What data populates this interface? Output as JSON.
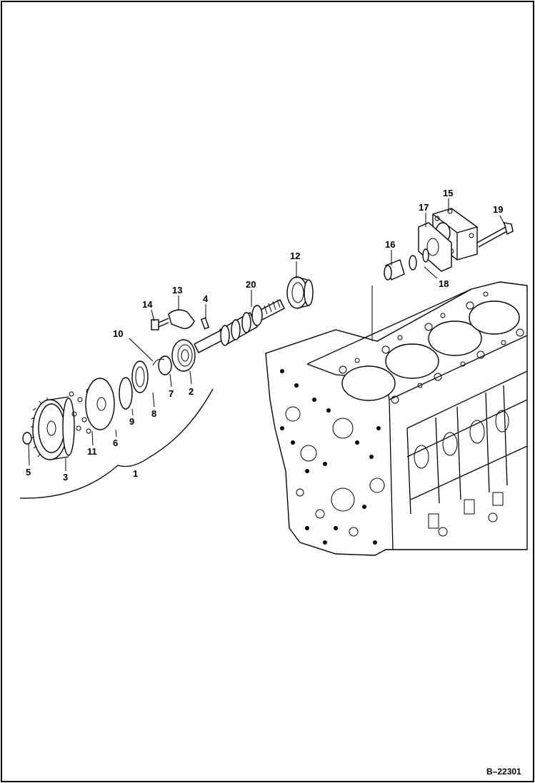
{
  "diagram": {
    "figure_id": "B–22301",
    "callouts": {
      "c1": "1",
      "c2": "2",
      "c3": "3",
      "c4": "4",
      "c5": "5",
      "c6": "6",
      "c7": "7",
      "c8": "8",
      "c9": "9",
      "c10": "10",
      "c11": "11",
      "c12": "12",
      "c13": "13",
      "c14": "14",
      "c15": "15",
      "c16": "16",
      "c17": "17",
      "c18": "18",
      "c19": "19",
      "c20": "20"
    }
  }
}
